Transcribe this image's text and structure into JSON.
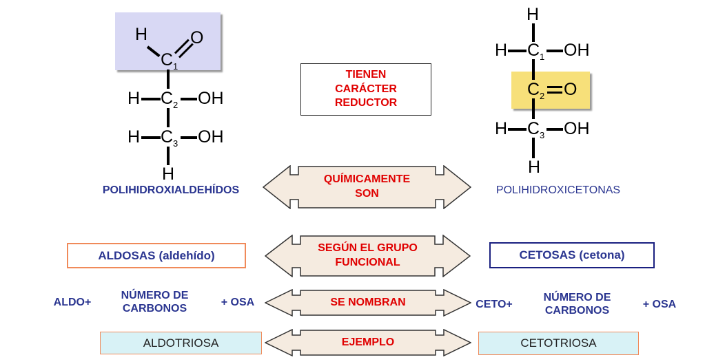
{
  "aldehyde": {
    "atoms": {
      "h_top": "H",
      "o": "O",
      "c1": "C",
      "c1_sub": "1",
      "h2": "H",
      "c2": "C",
      "c2_sub": "2",
      "oh2": "OH",
      "h3": "H",
      "c3": "C",
      "c3_sub": "3",
      "oh3": "OH",
      "h_bottom": "H"
    },
    "label": "POLIHIDROXIALDEHÍDOS"
  },
  "ketone": {
    "atoms": {
      "h_top": "H",
      "h1": "H",
      "c1": "C",
      "c1_sub": "1",
      "oh1": "OH",
      "c2": "C",
      "c2_sub": "2",
      "o": "O",
      "h3": "H",
      "c3": "C",
      "c3_sub": "3",
      "oh3": "OH",
      "h_bottom": "H"
    },
    "label": "POLIHIDROXICETONAS"
  },
  "center_box": {
    "line1": "TIENEN",
    "line2": "CARÁCTER",
    "line3": "REDUCTOR"
  },
  "arrows": {
    "chem": {
      "line1": "QUÍMICAMENTE",
      "line2": "SON"
    },
    "group": {
      "line1": "SEGÚN EL GRUPO",
      "line2": "FUNCIONAL"
    },
    "naming": {
      "line1": "SE NOMBRAN"
    },
    "example": {
      "line1": "EJEMPLO"
    }
  },
  "classes": {
    "aldose": {
      "main": "ALDOSAS",
      "paren": "(aldehído)"
    },
    "ketose": {
      "main": "CETOSAS",
      "paren": "(cetona)"
    }
  },
  "naming": {
    "left_prefix": "ALDO+",
    "left_mid1": "NÚMERO DE",
    "left_mid2": "CARBONOS",
    "left_suffix": "+ OSA",
    "right_prefix": "CETO+",
    "right_mid1": "NÚMERO DE",
    "right_mid2": "CARBONOS",
    "right_suffix": "+ OSA"
  },
  "examples": {
    "left": "ALDOTRIOSA",
    "right": "CETOTRIOSA"
  },
  "colors": {
    "blue": "#2a3590",
    "red": "#e00000",
    "orange": "#f08a5a",
    "navy": "#1a2080",
    "aldehyde_fill": "#d8d8f4",
    "ketone_fill": "#f7e07a",
    "example_fill": "#d8f2f6",
    "arrow_fill": "#f5ebe0"
  }
}
